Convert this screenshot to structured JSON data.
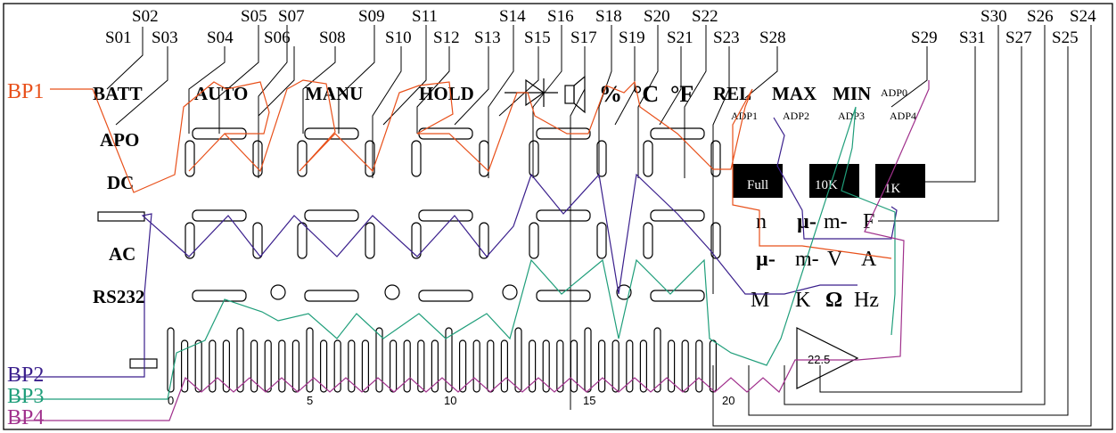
{
  "segment_labels_top": [
    "S02",
    "S05",
    "S07",
    "S09",
    "S11",
    "S14",
    "S16",
    "S18",
    "S20",
    "S22",
    "S30",
    "S26",
    "S24"
  ],
  "segment_labels_bottom": [
    "S01",
    "S03",
    "S04",
    "S06",
    "S08",
    "S10",
    "S12",
    "S13",
    "S15",
    "S17",
    "S19",
    "S21",
    "S23",
    "S28",
    "S29",
    "S31",
    "S27",
    "S25"
  ],
  "indicators": {
    "batt": "BATT",
    "auto": "AUTO",
    "manu": "MANU",
    "hold": "HOLD",
    "apo": "APO",
    "dc": "DC",
    "ac": "AC",
    "rs232": "RS232",
    "percent": "%",
    "celsius": "°C",
    "fahrenheit": "°F",
    "rel": "REL",
    "max": "MAX",
    "min": "MIN"
  },
  "adp_labels": {
    "adp0": "ADP0",
    "adp1": "ADP1",
    "adp2": "ADP2",
    "adp3": "ADP3",
    "adp4": "ADP4"
  },
  "bargraph_boxes": [
    "Full",
    "10K",
    "1K"
  ],
  "units": {
    "n": "n",
    "micro1": "µ-",
    "milli1": "m-",
    "farad": "F",
    "micro2": "µ-",
    "milli2": "m-",
    "volt": "V",
    "amp": "A",
    "mega": "M",
    "kilo": "K",
    "ohm": "Ω",
    "hertz": "Hz"
  },
  "backplanes": [
    {
      "label": "BP1",
      "color": "#e8501a"
    },
    {
      "label": "BP2",
      "color": "#3a1f8c"
    },
    {
      "label": "BP3",
      "color": "#1f9e7a"
    },
    {
      "label": "BP4",
      "color": "#a0308c"
    }
  ],
  "pin_numbers": [
    "0",
    "5",
    "10",
    "15",
    "20"
  ],
  "triangle_label": "22.5"
}
